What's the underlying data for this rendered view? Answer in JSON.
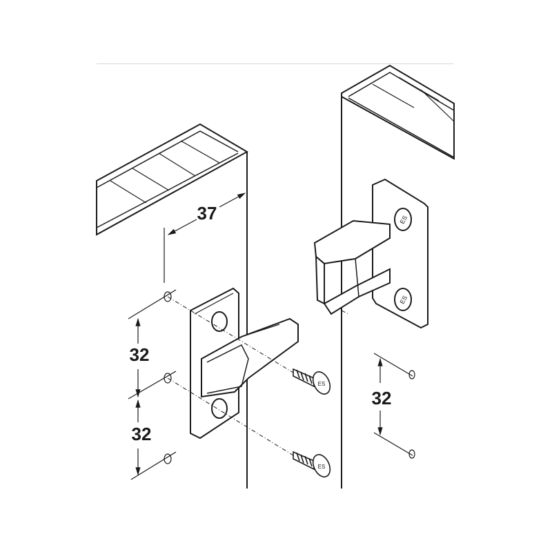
{
  "diagram": {
    "type": "technical-assembly-drawing",
    "subject": "cabinet connector fitting with screws mounted on two panels",
    "dimensions": {
      "horizontal_offset": "37",
      "left_spacing_upper": "32",
      "left_spacing_lower": "32",
      "right_spacing": "32"
    },
    "colors": {
      "line": "#1a1a1a",
      "fill": "#ffffff",
      "divider": "#d8d8d8"
    }
  }
}
